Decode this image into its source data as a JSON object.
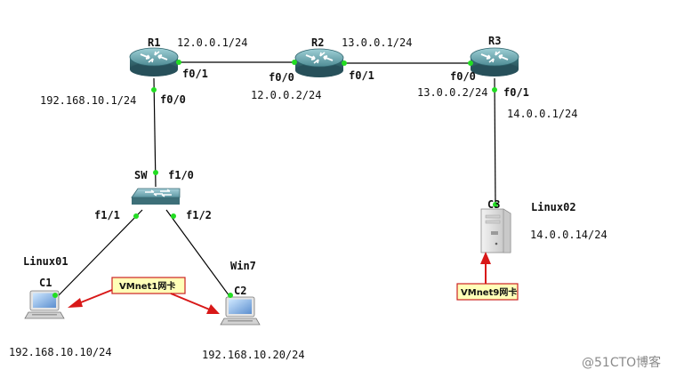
{
  "devices": {
    "r1": "R1",
    "r2": "R2",
    "r3": "R3",
    "sw": "SW",
    "c1": "C1",
    "c2": "C2",
    "c3": "C3",
    "c1_host": "Linux01",
    "c2_host": "Win7",
    "c3_host": "Linux02"
  },
  "interfaces": {
    "r1_f01": "f0/1",
    "r1_f00": "f0/0",
    "r2_f00": "f0/0",
    "r2_f01": "f0/1",
    "r3_f00": "f0/0",
    "r3_f01": "f0/1",
    "sw_f10": "f1/0",
    "sw_f11": "f1/1",
    "sw_f12": "f1/2"
  },
  "addresses": {
    "r1_r2_r1": "12.0.0.1/24",
    "r1_r2_r2": "12.0.0.2/24",
    "r2_r3_r2": "13.0.0.1/24",
    "r2_r3_r3": "13.0.0.2/24",
    "r1_lan": "192.168.10.1/24",
    "r3_lan": "14.0.0.1/24",
    "c1": "192.168.10.10/24",
    "c2": "192.168.10.20/24",
    "c3": "14.0.0.14/24"
  },
  "notes": {
    "vmnet1": "VMnet1网卡",
    "vmnet9": "VMnet9网卡"
  },
  "watermark": "@51CTO博客",
  "colors": {
    "link": "#000000",
    "port_dot": "#22dd22",
    "router": "#3f7f89",
    "note_fill": "#ffffb8",
    "note_border": "#cc2222",
    "arrow": "#d81818"
  }
}
